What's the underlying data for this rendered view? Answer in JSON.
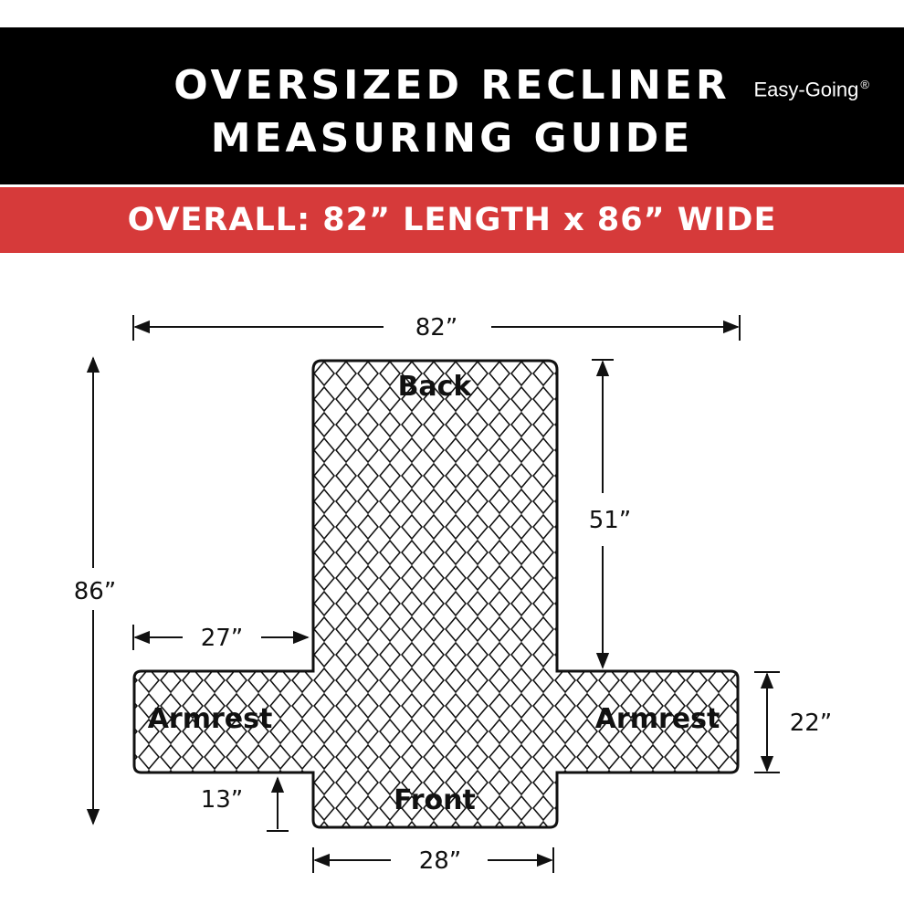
{
  "header": {
    "title_line1": "OVERSIZED RECLINER",
    "title_line2": "MEASURING GUIDE",
    "brand": "Easy-Going",
    "brand_mark": "®"
  },
  "banner": {
    "text": "OVERALL: 82”  LENGTH x 86” WIDE"
  },
  "diagram": {
    "parts": {
      "back": "Back",
      "armrest_left": "Armrest",
      "armrest_right": "Armrest",
      "front": "Front"
    },
    "dimensions": {
      "overall_width": "82”",
      "overall_height": "86”",
      "back_length": "51”",
      "armrest_length": "27”",
      "armrest_width": "22”",
      "front_drop": "13”",
      "seat_width": "28”"
    },
    "colors": {
      "header_bg": "#000000",
      "banner_bg": "#d63a3a",
      "line": "#111111",
      "fill": "#ffffff"
    }
  }
}
